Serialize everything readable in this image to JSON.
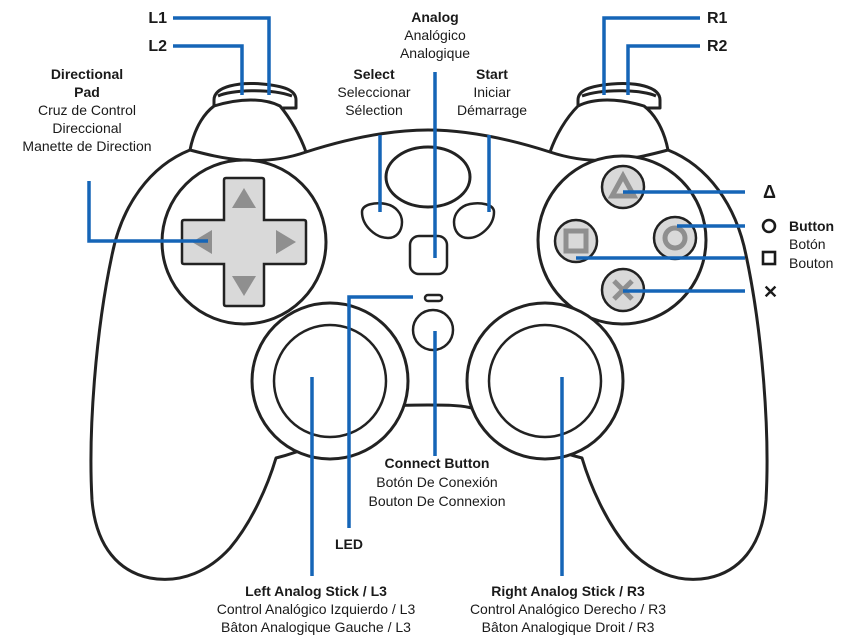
{
  "colors": {
    "leader": "#1565b7",
    "outline": "#222222",
    "button_fill": "#d9d9d9",
    "glyph": "#8f8f8f"
  },
  "labels": {
    "l1": "L1",
    "l2": "L2",
    "r1": "R1",
    "r2": "R2",
    "analog": {
      "en": "Analog",
      "es": "Analógico",
      "fr": "Analogique"
    },
    "select": {
      "en": "Select",
      "es": "Seleccionar",
      "fr": "Sélection"
    },
    "start": {
      "en": "Start",
      "es": "Iniciar",
      "fr": "Démarrage"
    },
    "dpad": {
      "en1": "Directional",
      "en2": "Pad",
      "es1": "Cruz de Control",
      "es2": "Direccional",
      "fr": "Manette de Direction"
    },
    "triangle": {
      "symbol": "Δ"
    },
    "circle": {
      "text": "Button"
    },
    "square": {
      "es": "Botón",
      "fr": "Bouton"
    },
    "cross": {
      "symbol": "✕"
    },
    "connect": {
      "en": "Connect Button",
      "es": "Botón De Conexión",
      "fr": "Bouton De Connexion"
    },
    "led": "LED",
    "left_stick": {
      "en": "Left Analog Stick / L3",
      "es": "Control Analógico Izquierdo / L3",
      "fr": "Bâton Analogique Gauche / L3"
    },
    "right_stick": {
      "en": "Right Analog Stick / R3",
      "es": "Control Analógico Derecho / R3",
      "fr": "Bâton Analogique Droit / R3"
    }
  }
}
